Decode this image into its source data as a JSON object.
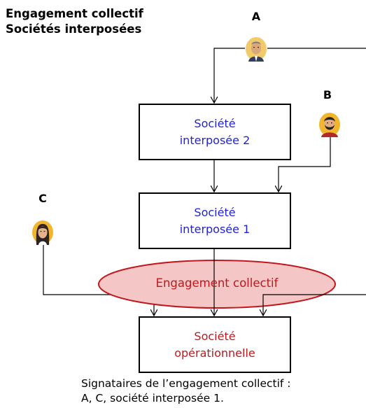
{
  "title": {
    "line1": "Engagement collectif",
    "line2": "Sociétés interposées"
  },
  "persons": {
    "a": "A",
    "b": "B",
    "c": "C"
  },
  "boxes": {
    "interposed_2": {
      "line1": "Société",
      "line2": "interposée 2"
    },
    "interposed_1": {
      "line1": "Société",
      "line2": "interposée 1"
    },
    "operational": {
      "line1": "Société",
      "line2": "opérationnelle"
    }
  },
  "collective_commitment": "Engagement collectif",
  "caption": {
    "line1": "Signataires de l’engagement collectif :",
    "line2": "A, C, société interposée 1."
  },
  "colors": {
    "box_text_blue": "#1f1fe0",
    "box_text_red": "#c0181c",
    "ellipse_fill": "#f4c6c6",
    "ellipse_stroke": "#c0181c"
  }
}
